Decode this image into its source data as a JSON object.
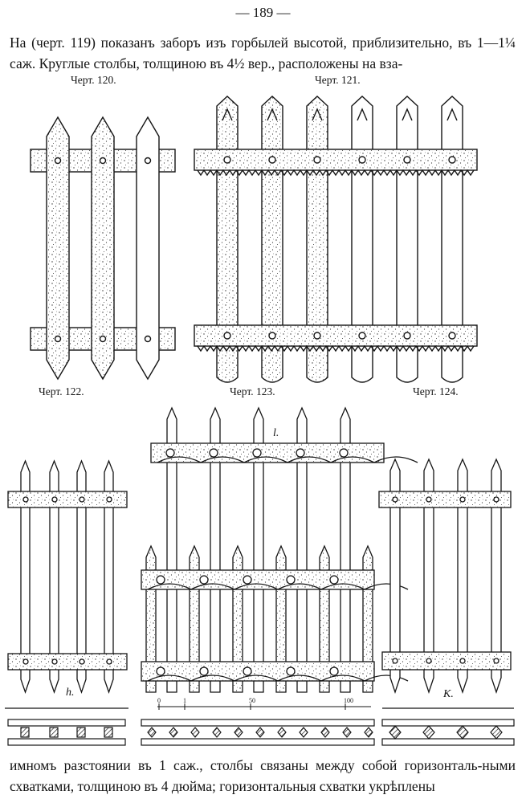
{
  "page": {
    "number": "— 189 —",
    "paragraph_top": "На (черт. 119) показанъ заборъ изъ горбылей высотой, приблизительно, въ 1—1¼ саж. Круглые столбы, толщиною въ 4½ вер., расположены на вза-",
    "paragraph_bottom": "имномъ разстоянии въ 1 саж., столбы связаны между собой горизонталь-ными схватками, толщиною въ 4 дюйма; горизонтальныя схватки укрѣплены"
  },
  "figures": [
    {
      "id": "fig120",
      "caption": "Черт. 120."
    },
    {
      "id": "fig121",
      "caption": "Черт. 121."
    },
    {
      "id": "fig122",
      "caption": "Черт. 122."
    },
    {
      "id": "fig123",
      "caption": "Черт. 123."
    },
    {
      "id": "fig124",
      "caption": "Черт. 124."
    }
  ],
  "drawing_letters": {
    "fig122": "h.",
    "fig123": "l.",
    "fig124": "K."
  },
  "scale_bar": {
    "labels": [
      "0",
      "1",
      "50",
      "100"
    ]
  },
  "colors": {
    "ink": "#141414",
    "paper": "#ffffff"
  }
}
